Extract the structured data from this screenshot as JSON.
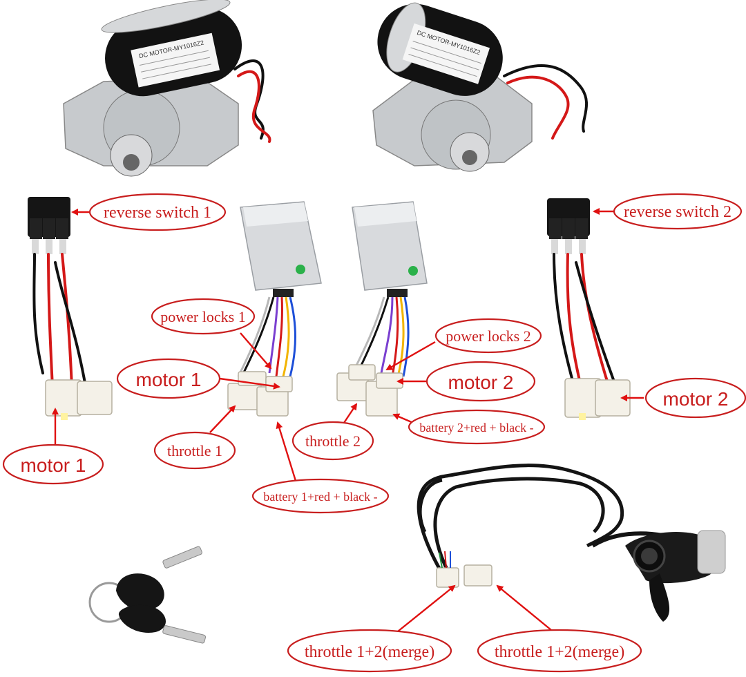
{
  "motors": {
    "left_plate": "DC MOTOR-MY1016Z2",
    "right_plate": "DC MOTOR-MY1016Z2"
  },
  "labels": {
    "reverse_switch_1": "reverse switch 1",
    "reverse_switch_2": "reverse switch 2",
    "power_locks_1": "power locks 1",
    "power_locks_2": "power locks 2",
    "motor_1_center": "motor 1",
    "motor_2_center": "motor 2",
    "motor_1_left": "motor 1",
    "motor_2_right": "motor 2",
    "throttle_1": "throttle 1",
    "throttle_2": "throttle 2",
    "battery_1": "battery 1+red + black -",
    "battery_2": "battery 2+red + black -",
    "throttle_merge_left": "throttle 1+2(merge)",
    "throttle_merge_right": "throttle 1+2(merge)"
  },
  "colors": {
    "callout_red": "#c81e1e",
    "arrow_red": "#e01010",
    "background": "#ffffff"
  }
}
